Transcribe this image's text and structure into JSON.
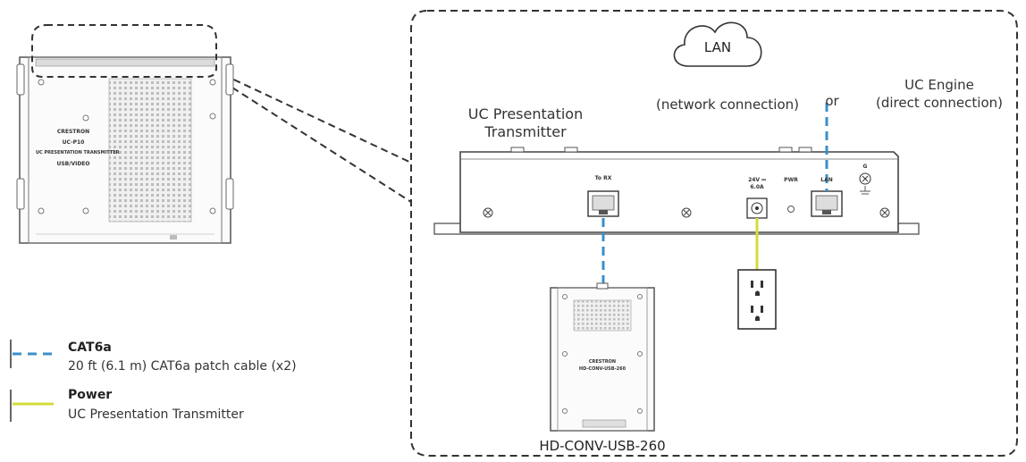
{
  "cloud": {
    "label": "LAN",
    "caption": "(network connection)"
  },
  "or_label": "or",
  "uc_engine": {
    "line1": "UC Engine",
    "line2": "(direct connection)"
  },
  "transmitter": {
    "line1": "UC Presentation",
    "line2": "Transmitter",
    "port_to_rx": "To RX",
    "port_power_line1": "24V ⎓",
    "port_power_line2": "6.0A",
    "port_pwr": "PWR",
    "port_lan": "LAN",
    "port_ground": "G"
  },
  "converter": {
    "label": "HD-CONV-USB-260",
    "brand": "CRESTRON",
    "model": "HD-CONV-USB-260"
  },
  "front_panel": {
    "brand": "CRESTRON",
    "model": "UC-P10",
    "name": "UC PRESENTATION TRANSMITTER",
    "id": "USB/VIDEO"
  },
  "legend": {
    "cat6a": {
      "title": "CAT6a",
      "description": "20 ft (6.1 m) CAT6a patch cable (x2)"
    },
    "power": {
      "title": "Power",
      "description": "UC Presentation Transmitter"
    }
  },
  "colors": {
    "cat6a": "#3a8fc9",
    "power": "#d3dc3a",
    "outline": "#333333",
    "dash": "#333333"
  }
}
